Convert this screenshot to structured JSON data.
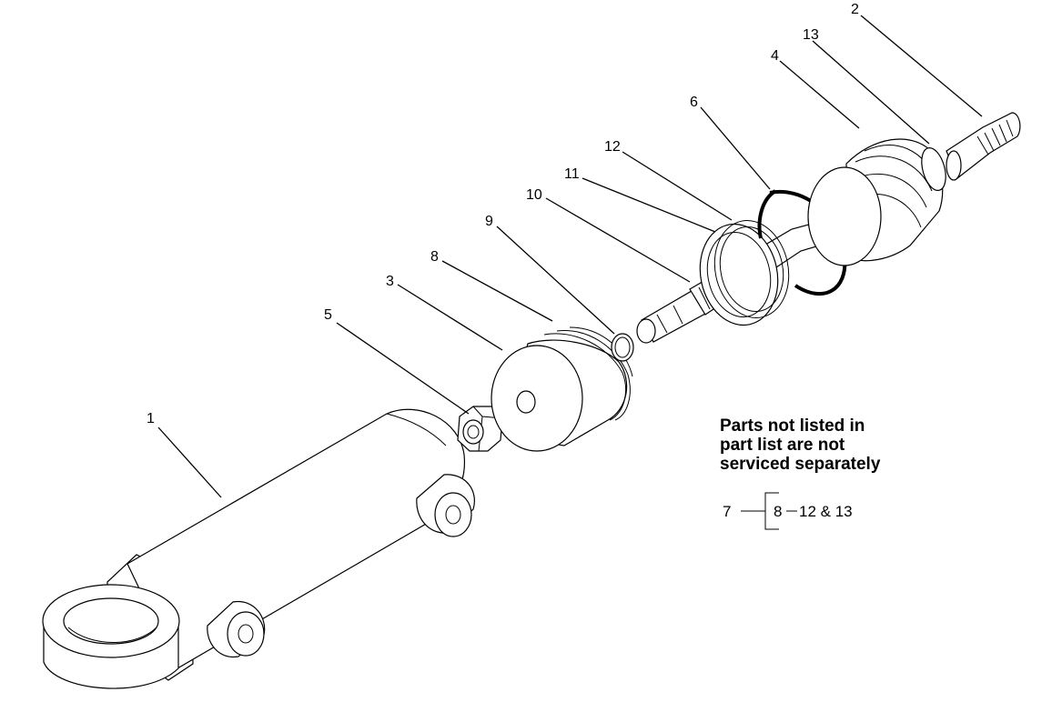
{
  "callouts": {
    "c1": "1",
    "c2": "2",
    "c3": "3",
    "c4": "4",
    "c5": "5",
    "c6": "6",
    "c8": "8",
    "c9": "9",
    "c10": "10",
    "c11": "11",
    "c12": "12",
    "c13": "13"
  },
  "note": {
    "line1": "Parts not listed in",
    "line2": "part list are not",
    "line3": "serviced separately"
  },
  "kit": {
    "parent": "7",
    "child": "8",
    "range": "12 & 13"
  }
}
